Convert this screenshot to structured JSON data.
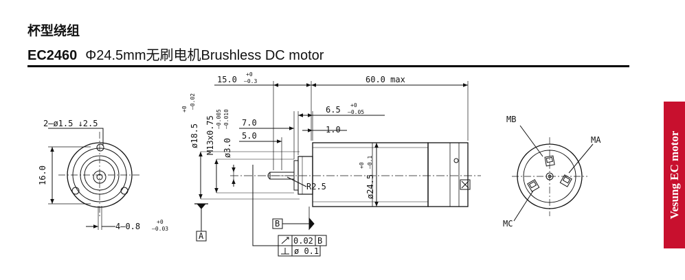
{
  "header": {
    "title_cn": "杯型绕组",
    "model": "EC2460",
    "description": "Φ24.5mm无刷电机Brushless DC motor"
  },
  "side_tab": {
    "label": "Vesung EC motor"
  },
  "front_view": {
    "holes_label": "2–ø1.5 ↓2.5",
    "height_label": "16.0",
    "bottom_label": "4–0.8",
    "bottom_tol_upper": "+0",
    "bottom_tol_lower": "–0.03"
  },
  "side_view": {
    "dim_15": "15.0",
    "dim_15_tol_upper": "+0",
    "dim_15_tol_lower": "–0.3",
    "dim_60": "60.0 max",
    "dim_18_5": "ø18.5",
    "dim_18_5_tol_upper": "+0",
    "dim_18_5_tol_lower": "–0.02",
    "dim_m13": "M13x0.75",
    "dim_3": "ø3.0",
    "dim_3_tol_upper": "–0.005",
    "dim_3_tol_lower": "–0.010",
    "dim_7": "7.0",
    "dim_5": "5.0",
    "dim_6_5": "6.5",
    "dim_6_5_tol_upper": "+0",
    "dim_6_5_tol_lower": "–0.05",
    "dim_1": "1.0",
    "dim_r25": "R2.5",
    "dim_24_5": "ø24.5",
    "dim_24_5_tol_upper": "+0",
    "dim_24_5_tol_lower": "–0.1",
    "datum_a": "A",
    "datum_b": "B",
    "gdt_runout_value": "0.02",
    "gdt_runout_datum": "B",
    "gdt_perp_value": "ø 0.1"
  },
  "rear_view": {
    "mb": "MB",
    "ma": "MA",
    "mc": "MC"
  }
}
